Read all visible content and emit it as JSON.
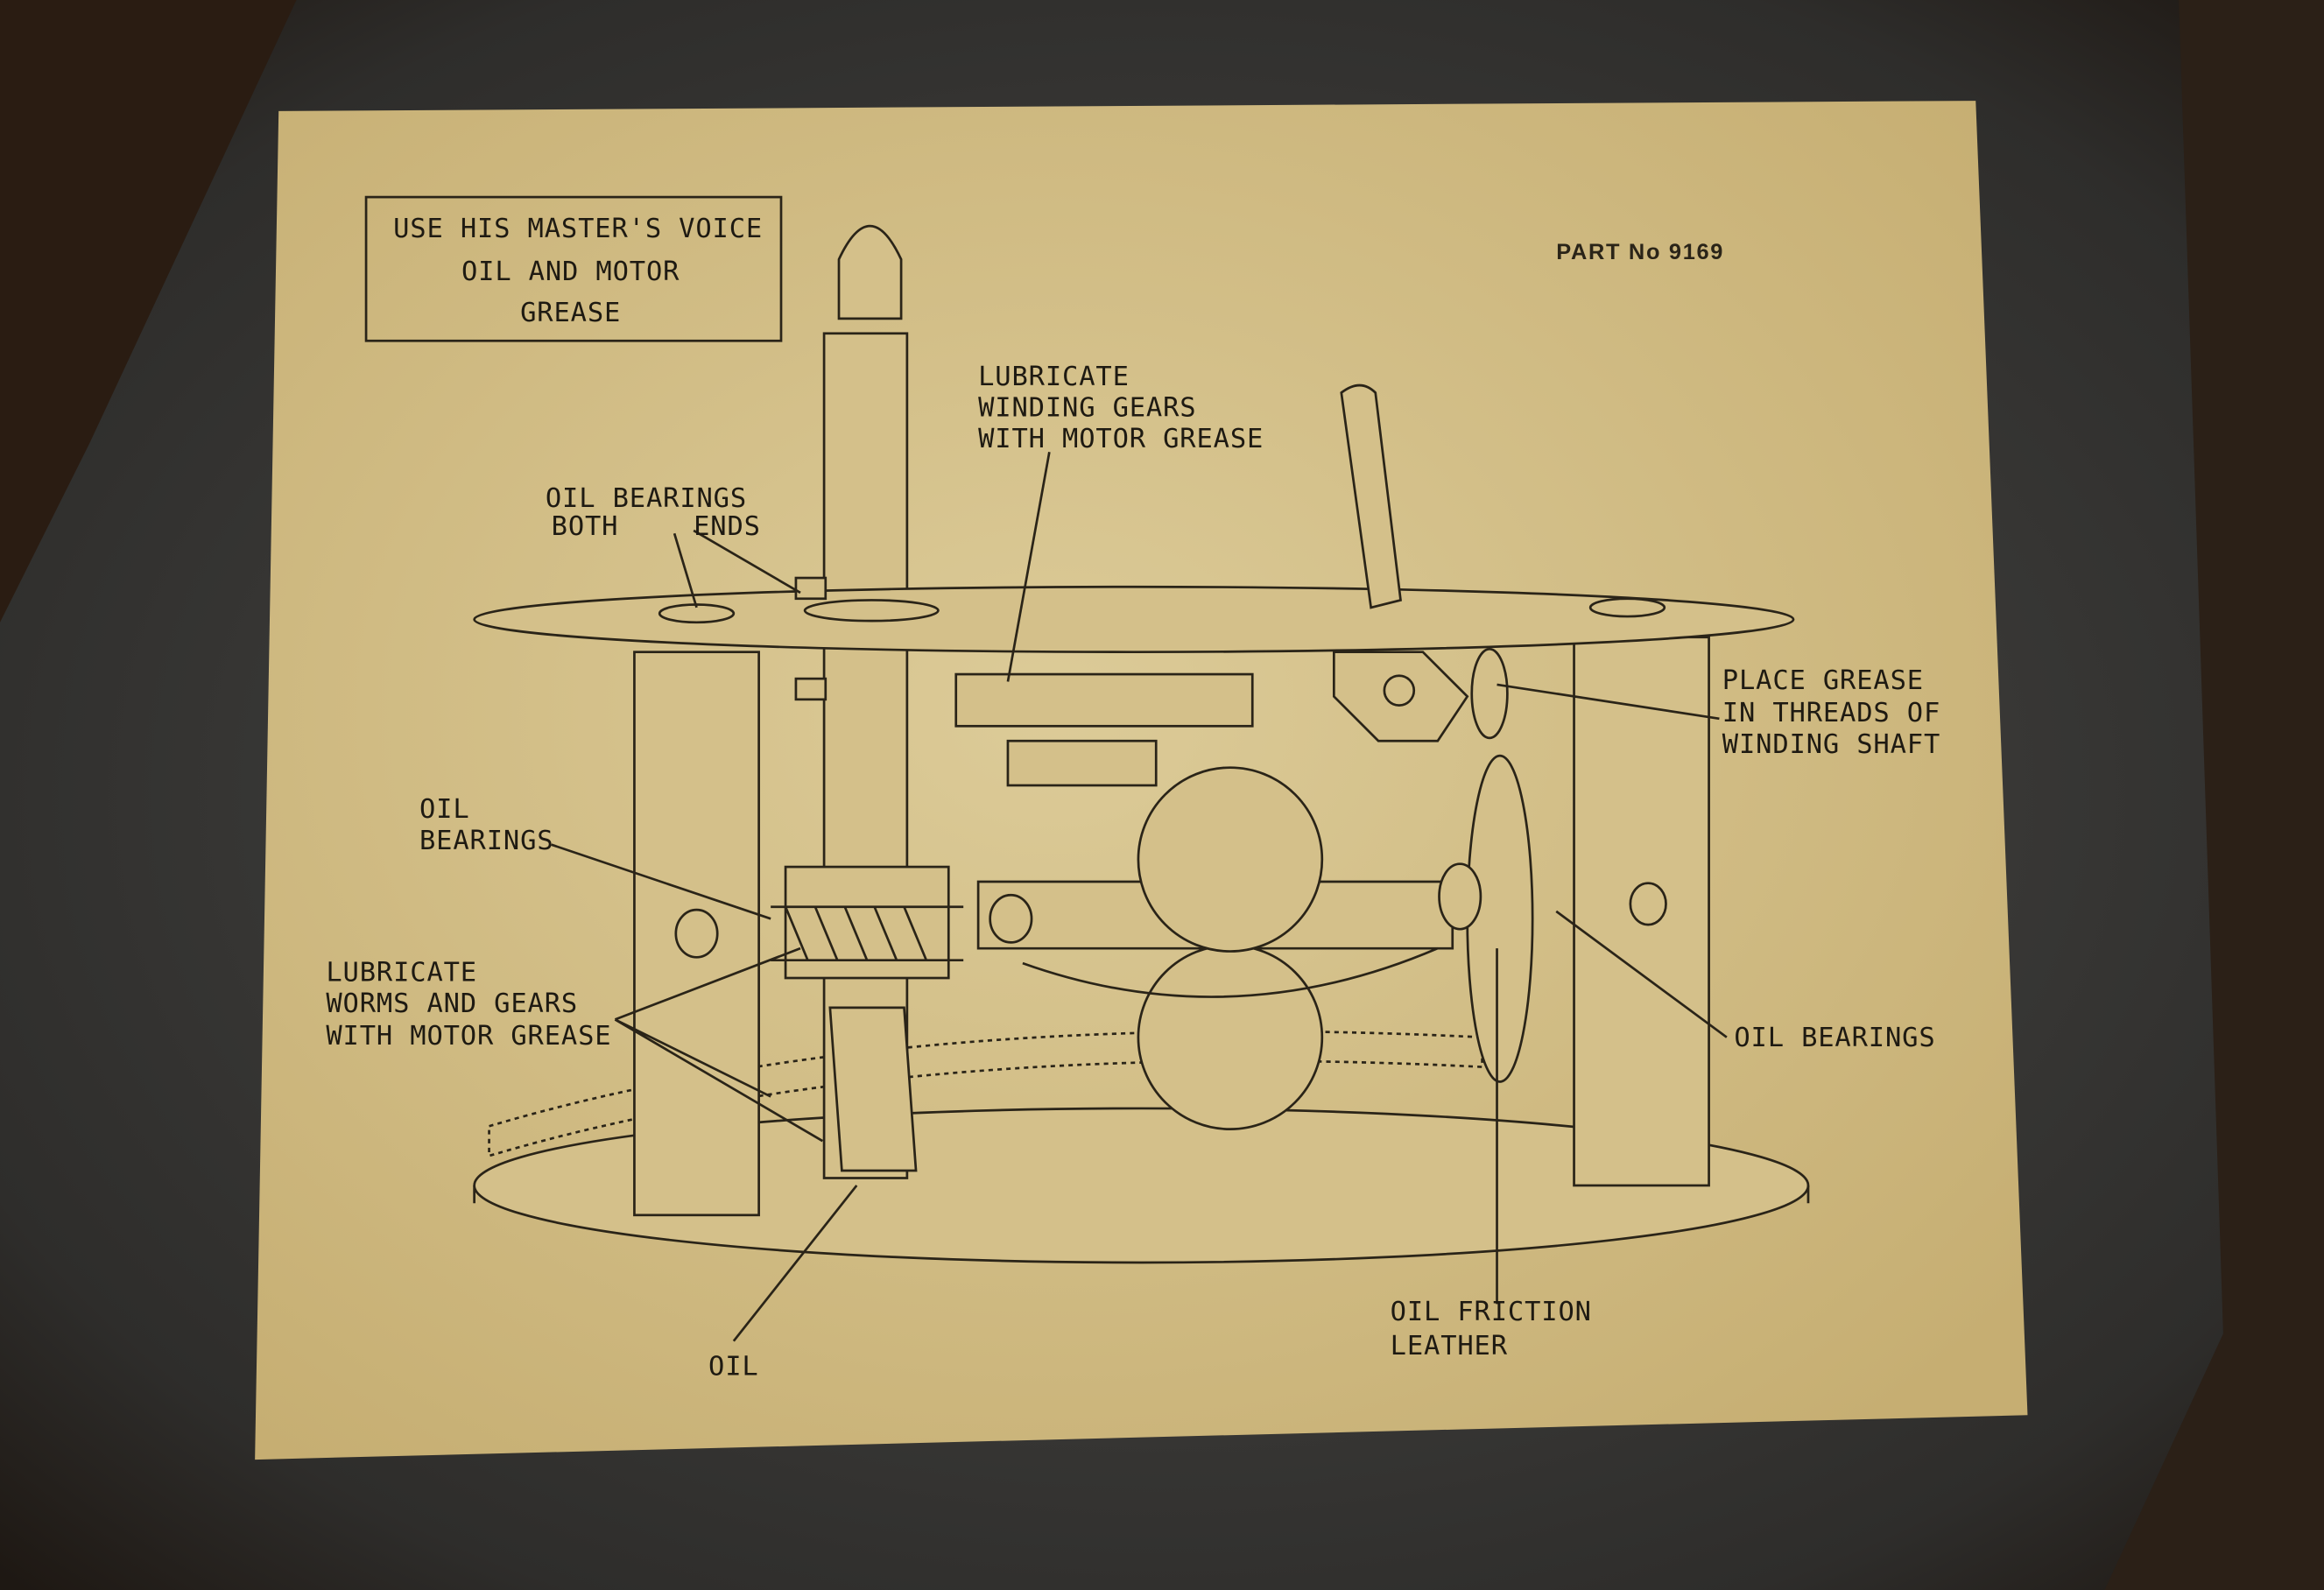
{
  "colors": {
    "plate": "#d2bf8a",
    "background": "#3b3a38",
    "ink": "#2a2418"
  },
  "header_box": {
    "line1": "USE HIS MASTER'S VOICE",
    "line2": "OIL AND MOTOR",
    "line3": "GREASE"
  },
  "part_number": "PART No 9169",
  "labels": {
    "winding_gears": {
      "line1": "LUBRICATE",
      "line2": "WINDING GEARS",
      "line3": "WITH MOTOR GREASE"
    },
    "oil_bearings_both": {
      "line1": "OIL BEARINGS",
      "line2": "BOTH",
      "line3": "ENDS"
    },
    "place_grease": {
      "line1": "PLACE GREASE",
      "line2": "IN THREADS OF",
      "line3": "WINDING SHAFT"
    },
    "oil_bearings_left": {
      "line1": "OIL",
      "line2": "BEARINGS"
    },
    "worms_gears": {
      "line1": "LUBRICATE",
      "line2": "WORMS AND GEARS",
      "line3": "WITH MOTOR GREASE"
    },
    "oil_bearings_right": "OIL BEARINGS",
    "oil": "OIL",
    "friction_leather": {
      "line1": "OIL FRICTION",
      "line2": "LEATHER"
    }
  }
}
